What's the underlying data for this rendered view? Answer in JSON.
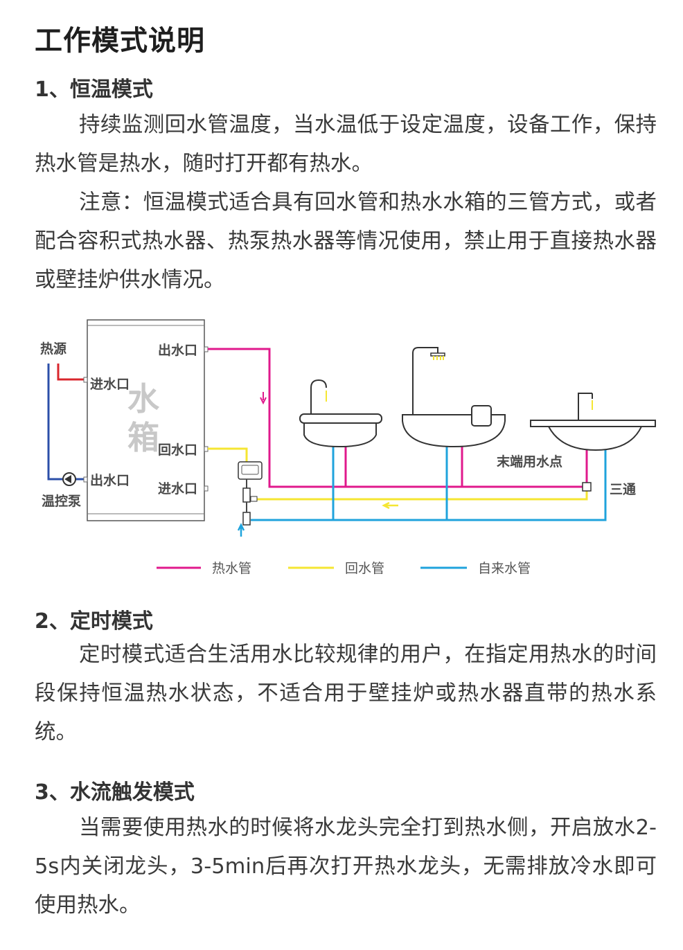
{
  "title": "工作模式说明",
  "sections": [
    {
      "heading": "1、恒温模式",
      "paragraphs": [
        "持续监测回水管温度，当水温低于设定温度，设备工作，保持热水管是热水，随时打开都有热水。",
        "注意：恒温模式适合具有回水管和热水水箱的三管方式，或者配合容积式热水器、热泵热水器等情况使用，禁止用于直接热水器或壁挂炉供水情况。"
      ]
    },
    {
      "heading": "2、定时模式",
      "paragraphs": [
        "定时模式适合生活用水比较规律的用户，在指定用热水的时间段保持恒温热水状态，不适合用于壁挂炉或热水器直带的热水系统。"
      ]
    },
    {
      "heading": "3、水流触发模式",
      "paragraphs": [
        "当需要使用热水的时候将水龙头完全打到热水侧，开启放水2-5s内关闭龙头，3-5min后再次打开热水龙头，无需排放冷水即可使用热水。"
      ]
    }
  ],
  "diagram": {
    "tank_text_1": "水",
    "tank_text_2": "箱",
    "heat_source": "热源",
    "tank_inlet_left": "进水口",
    "tank_outlet_left": "出水口",
    "temp_pump": "温控泵",
    "tank_outlet_right": "出水口",
    "tank_return_right": "回水口",
    "tank_inlet_right": "进水口",
    "end_point": "末端用水点",
    "tee": "三通",
    "colors": {
      "hot": "#e0198c",
      "return": "#f5e632",
      "tap": "#1fa3dc",
      "heat_red": "#d9262c",
      "heat_blue": "#2b4fa8"
    }
  },
  "legend": [
    {
      "label": "热水管",
      "color": "#e0198c"
    },
    {
      "label": "回水管",
      "color": "#f5e632"
    },
    {
      "label": "自来水管",
      "color": "#1fa3dc"
    }
  ]
}
